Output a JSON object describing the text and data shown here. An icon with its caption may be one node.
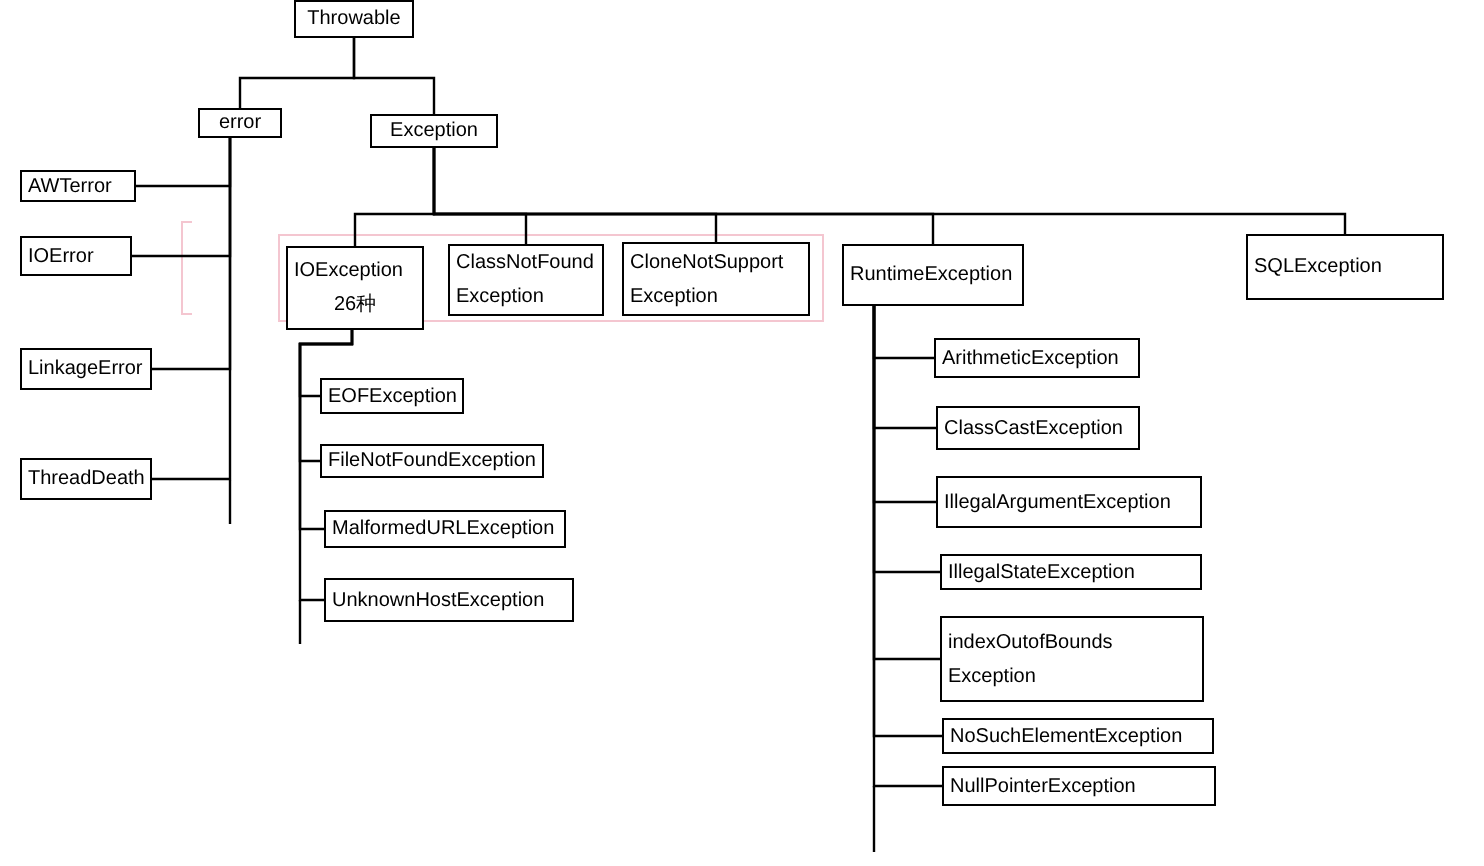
{
  "diagram": {
    "nodes": [
      {
        "text": [
          "Throwable"
        ]
      },
      {
        "text": [
          "error"
        ]
      },
      {
        "text": [
          "Exception"
        ]
      },
      {
        "text": [
          "AWTerror"
        ]
      },
      {
        "text": [
          "IOError"
        ]
      },
      {
        "text": [
          "LinkageError"
        ]
      },
      {
        "text": [
          "ThreadDeath"
        ]
      },
      {
        "text": [
          "IOException",
          "26种"
        ]
      },
      {
        "text": [
          "ClassNotFound Exception"
        ]
      },
      {
        "text": [
          "CloneNotSupport Exception"
        ]
      },
      {
        "text": [
          "RuntimeException"
        ]
      },
      {
        "text": [
          "SQLException"
        ]
      },
      {
        "text": [
          "EOFException"
        ]
      },
      {
        "text": [
          "FileNotFoundException"
        ]
      },
      {
        "text": [
          "MalformedURLException"
        ]
      },
      {
        "text": [
          "UnknownHostException"
        ]
      },
      {
        "text": [
          "ArithmeticException"
        ]
      },
      {
        "text": [
          "ClassCastException"
        ]
      },
      {
        "text": [
          "IllegalArgumentException"
        ]
      },
      {
        "text": [
          "IllegalStateException"
        ]
      },
      {
        "text": [
          "indexOutofBounds Exception"
        ]
      },
      {
        "text": [
          "NoSuchElementException"
        ]
      },
      {
        "text": [
          "NullPointerException"
        ]
      }
    ],
    "edges": [
      {
        "from": 0,
        "to": 1,
        "arrow": "none"
      },
      {
        "from": 0,
        "to": 2,
        "arrow": "none"
      },
      {
        "from": 1,
        "to": 3,
        "arrow": "none"
      },
      {
        "from": 1,
        "to": 4,
        "arrow": "none"
      },
      {
        "from": 1,
        "to": 5,
        "arrow": "none"
      },
      {
        "from": 1,
        "to": 6,
        "arrow": "none"
      },
      {
        "from": 2,
        "to": 7,
        "arrow": "none"
      },
      {
        "from": 2,
        "to": 8,
        "arrow": "none"
      },
      {
        "from": 2,
        "to": 9,
        "arrow": "none"
      },
      {
        "from": 2,
        "to": 10,
        "arrow": "none"
      },
      {
        "from": 2,
        "to": 11,
        "arrow": "none"
      },
      {
        "from": 7,
        "to": 12,
        "arrow": "none"
      },
      {
        "from": 7,
        "to": 13,
        "arrow": "none"
      },
      {
        "from": 7,
        "to": 14,
        "arrow": "none"
      },
      {
        "from": 7,
        "to": 15,
        "arrow": "none"
      },
      {
        "from": 10,
        "to": 16,
        "arrow": "none"
      },
      {
        "from": 10,
        "to": 17,
        "arrow": "none"
      },
      {
        "from": 10,
        "to": 18,
        "arrow": "none"
      },
      {
        "from": 10,
        "to": 19,
        "arrow": "none"
      },
      {
        "from": 10,
        "to": 20,
        "arrow": "none"
      },
      {
        "from": 10,
        "to": 21,
        "arrow": "none"
      },
      {
        "from": 10,
        "to": 22,
        "arrow": "none"
      }
    ]
  }
}
